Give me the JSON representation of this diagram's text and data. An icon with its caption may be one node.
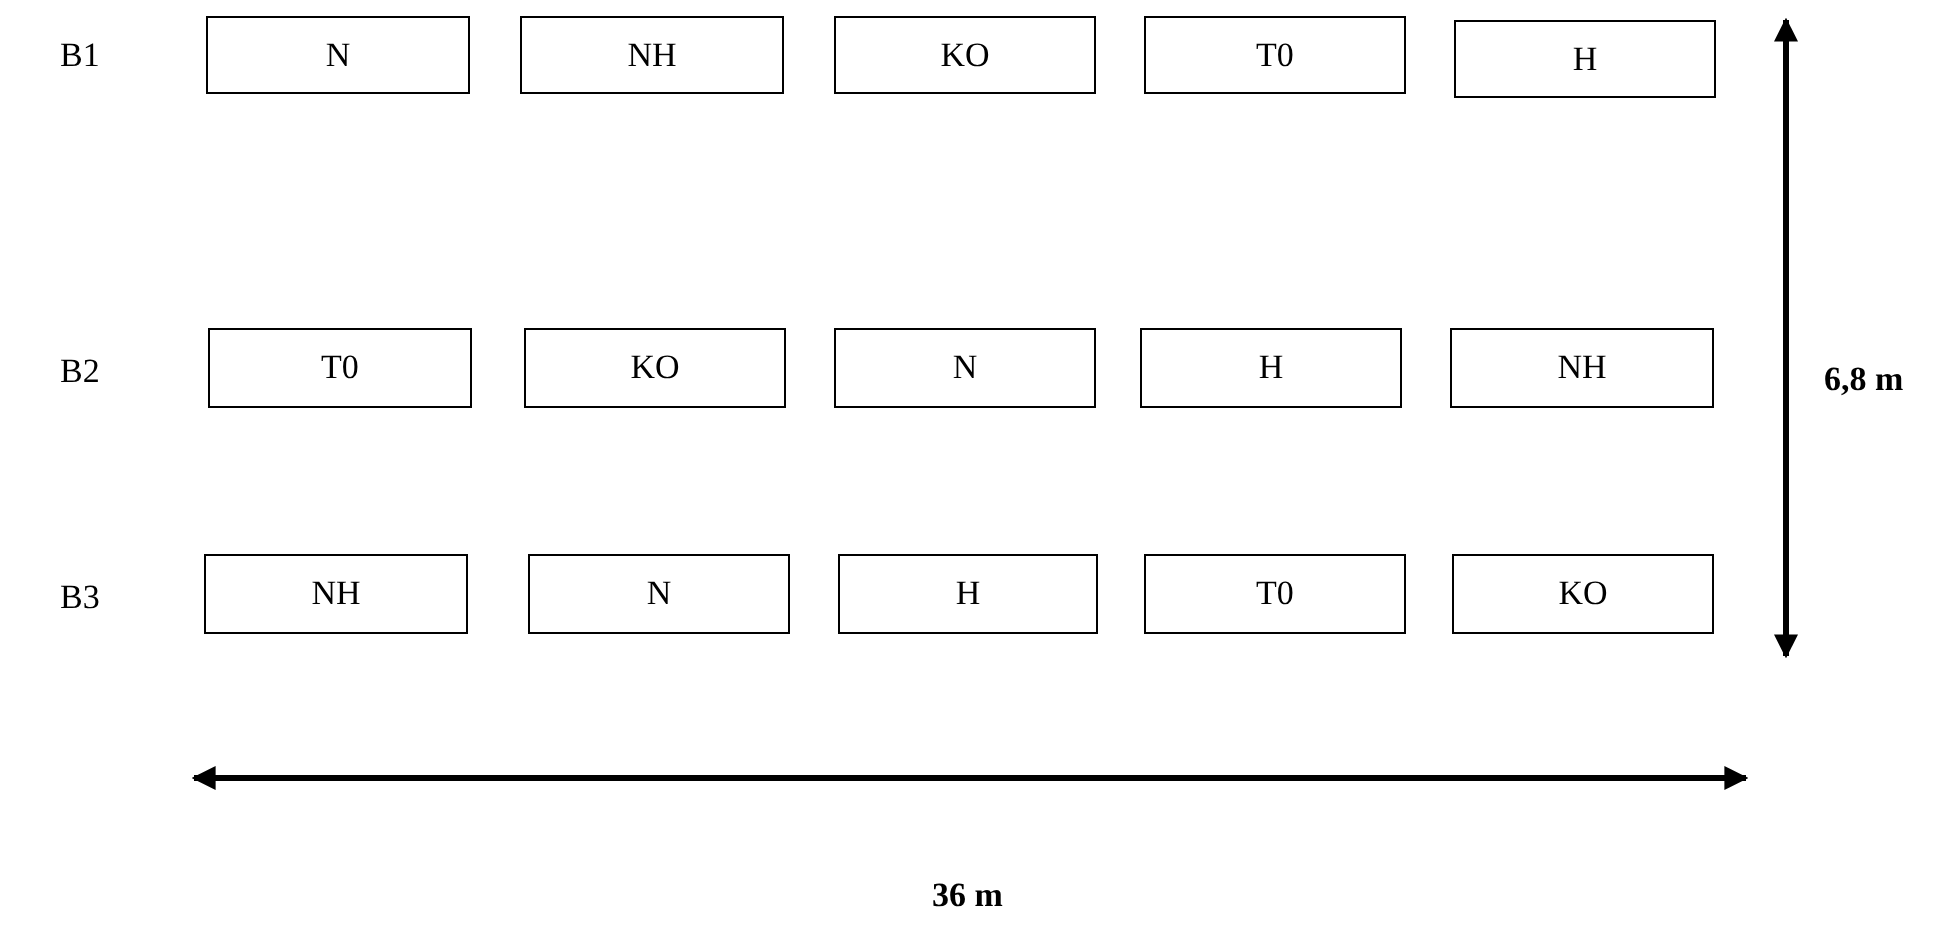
{
  "diagram": {
    "nodes": [
      {
        "text": [
          "N"
        ]
      },
      {
        "text": [
          "NH"
        ]
      },
      {
        "text": [
          "KO"
        ]
      },
      {
        "text": [
          "T0"
        ]
      },
      {
        "text": [
          "H"
        ]
      },
      {
        "text": [
          "T0"
        ]
      },
      {
        "text": [
          "KO"
        ]
      },
      {
        "text": [
          "N"
        ]
      },
      {
        "text": [
          "H"
        ]
      },
      {
        "text": [
          "NH"
        ]
      },
      {
        "text": [
          "NH"
        ]
      },
      {
        "text": [
          "N"
        ]
      },
      {
        "text": [
          "H"
        ]
      },
      {
        "text": [
          "T0"
        ]
      },
      {
        "text": [
          "KO"
        ]
      }
    ],
    "labels": [
      "B1",
      "B2",
      "B3",
      "6,8 m",
      "36 m"
    ]
  }
}
